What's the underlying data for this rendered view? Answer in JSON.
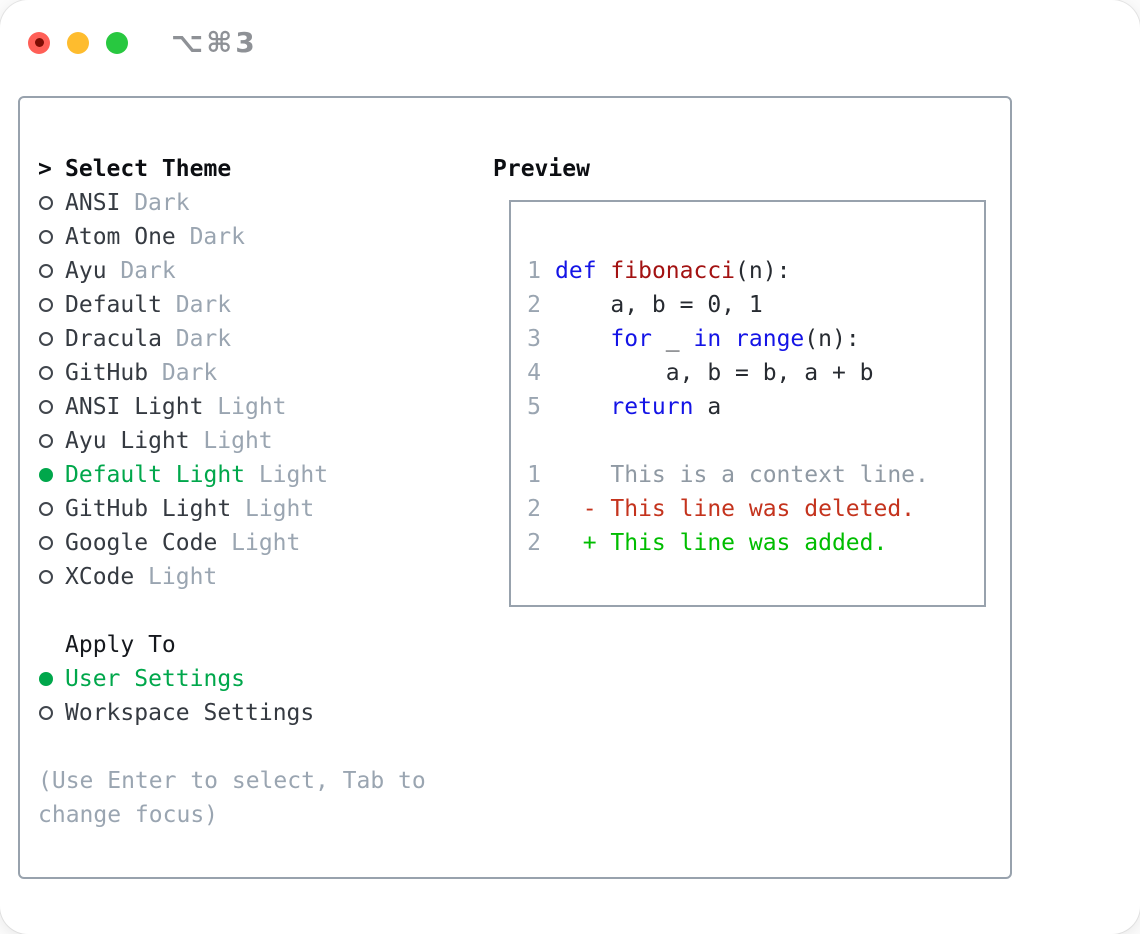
{
  "window": {
    "hotkey": "⌥⌘3"
  },
  "colors": {
    "accent_green": "#00a74b",
    "keyword_blue": "#1414e6",
    "function_red": "#a31212",
    "deleted_red": "#c4331d",
    "added_green": "#00bd00",
    "muted_gray": "#9aa5b1",
    "text_dark": "#353a41",
    "border_gray": "#98a2ad",
    "traffic_red": "#ff5f57",
    "traffic_yellow": "#febc2e",
    "traffic_green": "#28c840"
  },
  "theme_panel": {
    "title": "Select Theme",
    "title_marker": ">",
    "items": [
      {
        "name": "ANSI",
        "variant": "Dark",
        "selected": false
      },
      {
        "name": "Atom One",
        "variant": "Dark",
        "selected": false
      },
      {
        "name": "Ayu",
        "variant": "Dark",
        "selected": false
      },
      {
        "name": "Default",
        "variant": "Dark",
        "selected": false
      },
      {
        "name": "Dracula",
        "variant": "Dark",
        "selected": false
      },
      {
        "name": "GitHub",
        "variant": "Dark",
        "selected": false
      },
      {
        "name": "ANSI Light",
        "variant": "Light",
        "selected": false
      },
      {
        "name": "Ayu Light",
        "variant": "Light",
        "selected": false
      },
      {
        "name": "Default Light",
        "variant": "Light",
        "selected": true
      },
      {
        "name": "GitHub Light",
        "variant": "Light",
        "selected": false
      },
      {
        "name": "Google Code",
        "variant": "Light",
        "selected": false
      },
      {
        "name": "XCode",
        "variant": "Light",
        "selected": false
      }
    ]
  },
  "apply_to": {
    "title": "Apply To",
    "items": [
      {
        "label": "User Settings",
        "selected": true
      },
      {
        "label": "Workspace Settings",
        "selected": false
      }
    ]
  },
  "help": {
    "line1": "(Use Enter to select, Tab to",
    "line2": "change focus)"
  },
  "preview": {
    "title": "Preview",
    "code": [
      {
        "num": "1",
        "segments": [
          {
            "t": "def",
            "c": "kw"
          },
          {
            "t": " ",
            "c": "pl"
          },
          {
            "t": "fibonacci",
            "c": "fn"
          },
          {
            "t": "(n):",
            "c": "pl"
          }
        ]
      },
      {
        "num": "2",
        "segments": [
          {
            "t": "    a, b = 0, 1",
            "c": "pl"
          }
        ]
      },
      {
        "num": "3",
        "segments": [
          {
            "t": "    ",
            "c": "pl"
          },
          {
            "t": "for",
            "c": "kw"
          },
          {
            "t": " _ ",
            "c": "pl"
          },
          {
            "t": "in",
            "c": "kw"
          },
          {
            "t": " ",
            "c": "pl"
          },
          {
            "t": "range",
            "c": "kw"
          },
          {
            "t": "(n):",
            "c": "pl"
          }
        ]
      },
      {
        "num": "4",
        "segments": [
          {
            "t": "        a, b = b, a + b",
            "c": "pl"
          }
        ]
      },
      {
        "num": "5",
        "segments": [
          {
            "t": "    ",
            "c": "pl"
          },
          {
            "t": "return",
            "c": "kw"
          },
          {
            "t": " a",
            "c": "pl"
          }
        ]
      }
    ],
    "diff": [
      {
        "num": "1",
        "text": "    This is a context line.",
        "c": "ctx"
      },
      {
        "num": "2",
        "text": "  - This line was deleted.",
        "c": "del"
      },
      {
        "num": "2",
        "text": "  + This line was added.",
        "c": "add"
      }
    ]
  }
}
